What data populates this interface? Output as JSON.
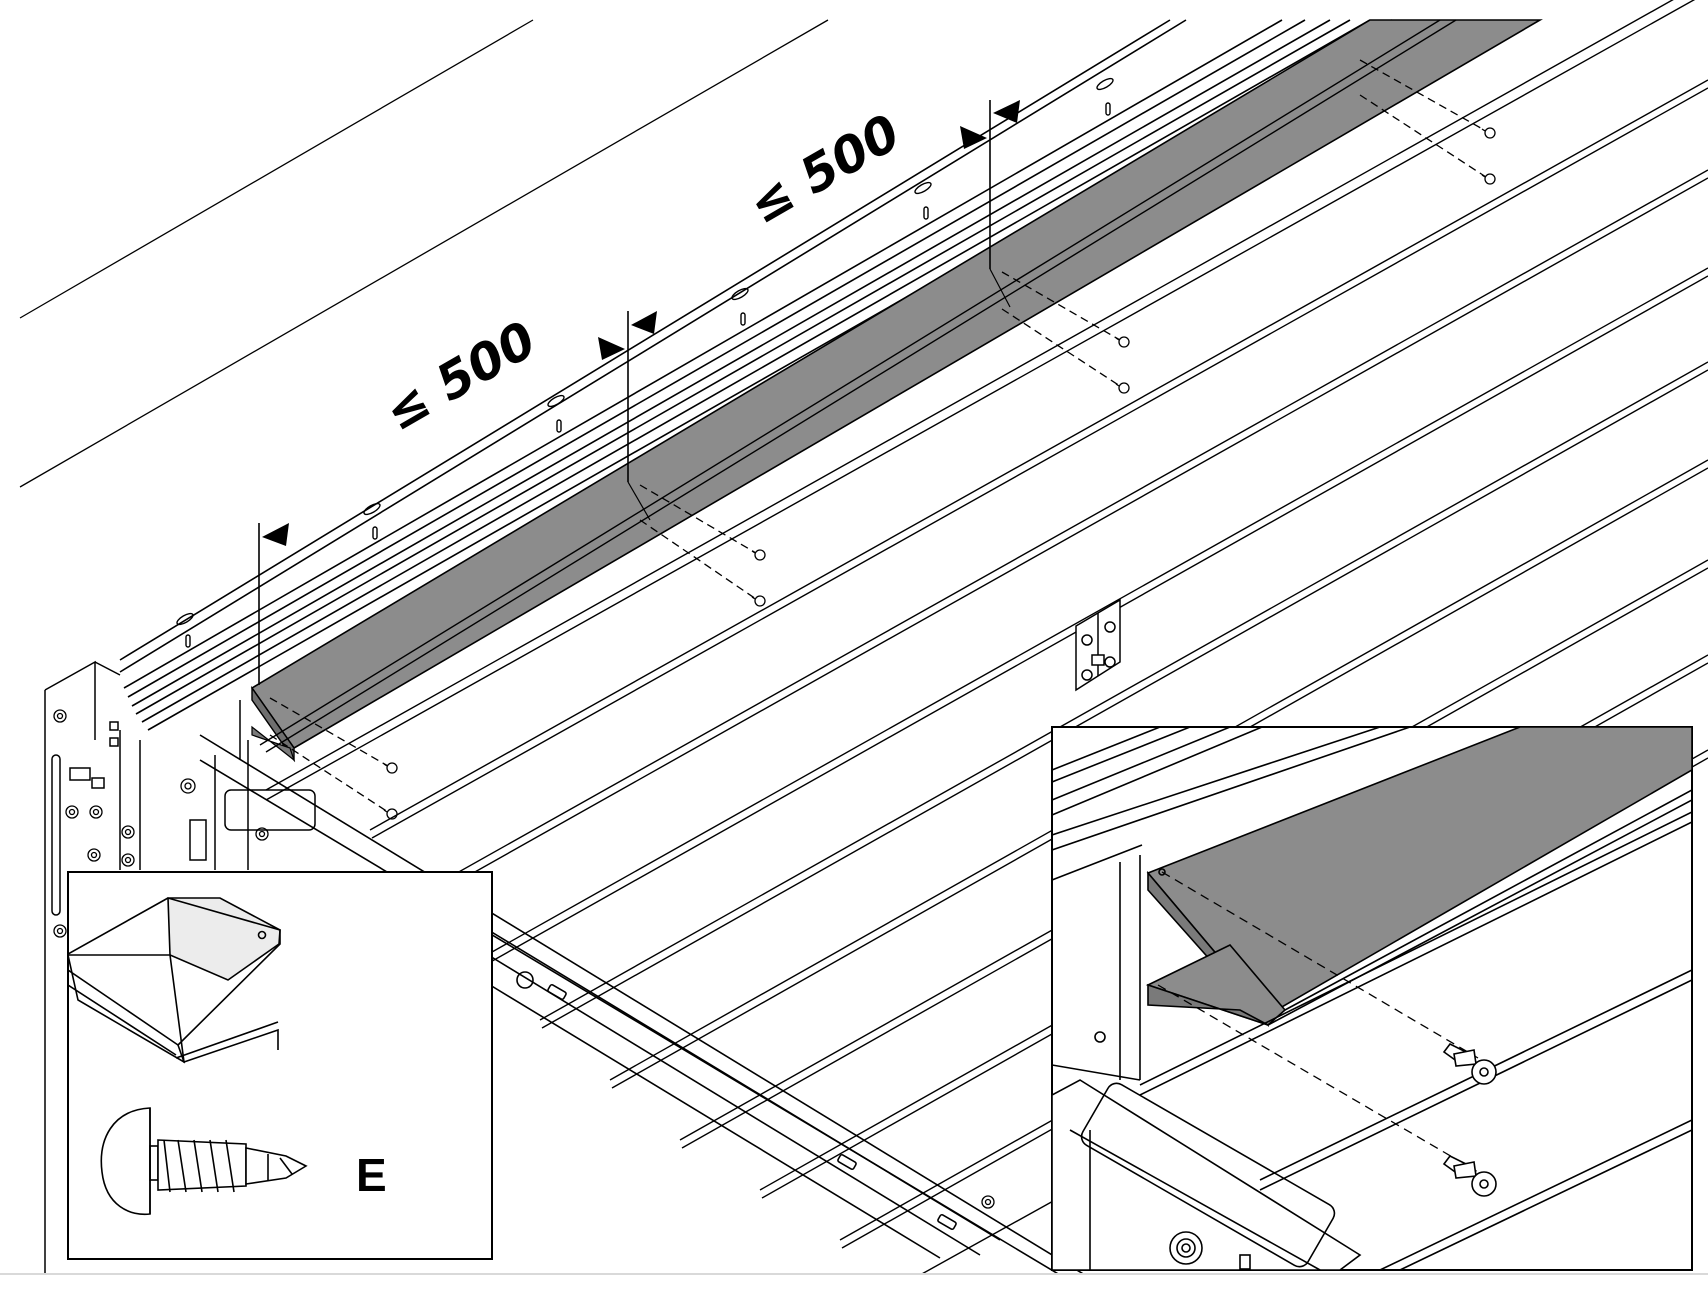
{
  "dimensions": [
    {
      "label": "≤ 500",
      "value_mm": 500
    },
    {
      "label": "≤ 500",
      "value_mm": 500
    }
  ],
  "detail_left": {
    "part_letter": "E",
    "parts": [
      "bracket-profile",
      "self-drilling-screw"
    ]
  },
  "detail_right": {
    "screw_count": 2
  },
  "main_view": {
    "bracket_segments": 3,
    "screws_per_segment": 2,
    "colors": {
      "line": "#000000",
      "bracket_fill": "#8c8c8c",
      "background": "#ffffff",
      "light_fill": "#e6e6e6"
    }
  }
}
